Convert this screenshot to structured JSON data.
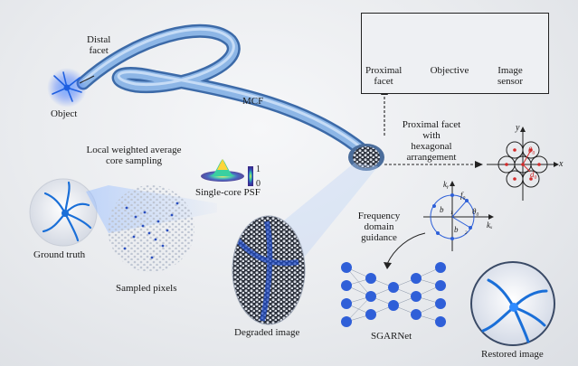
{
  "labels": {
    "distal_facet": "Distal\nfacet",
    "object": "Object",
    "mcf": "MCF",
    "proximal_facet_inset": "Proximal\nfacet",
    "objective": "Objective",
    "image_sensor": "Image\nsensor",
    "proximal_facet_hex": "Proximal facet\nwith\nhexagonal\narrangement",
    "local_sampling": "Local weighted average\ncore sampling",
    "single_core_psf": "Single-core PSF",
    "psf_scale_max": "1",
    "psf_scale_min": "0",
    "ground_truth": "Ground truth",
    "sampled_pixels": "Sampled pixels",
    "degraded_image": "Degraded image",
    "frequency_domain_guidance": "Frequency\ndomain\nguidance",
    "sgarnet": "SGARNet",
    "restored_image": "Restored image"
  },
  "hex_diagram": {
    "axis_x": "x",
    "axis_y": "y",
    "theta": "θ₀",
    "d_label": "d₀"
  },
  "freq_diagram": {
    "axis_kx": "kₓ",
    "axis_ky": "kᵧ",
    "f0": "f₀",
    "theta0": "θ₀",
    "b1": "b⃗₁",
    "b2": "b⃗₂"
  },
  "colors": {
    "fiber": "#6f9fd6",
    "fiber_dark": "#3c6aa8",
    "glow": "#3a6fff",
    "neuron": "#1e5fe0",
    "network_node": "#2f5fd8",
    "hex_dot": "#d42b2b"
  }
}
